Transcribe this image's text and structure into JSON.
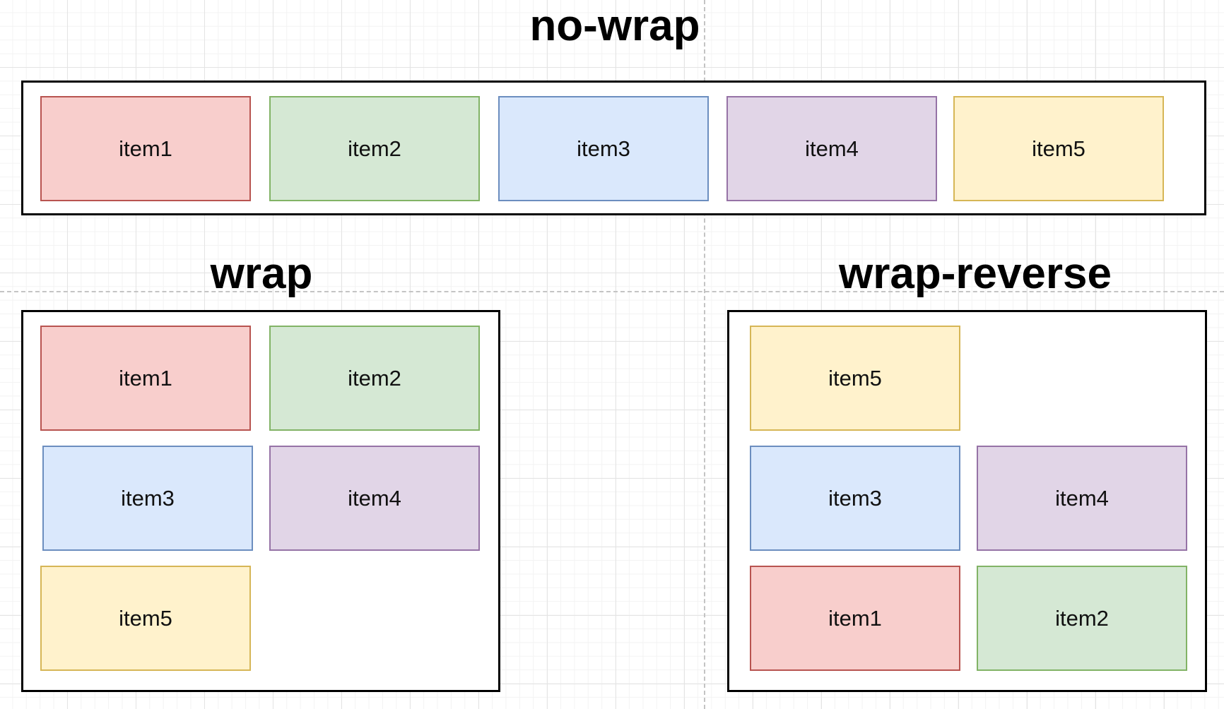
{
  "sections": {
    "no_wrap": {
      "title": "no-wrap",
      "items": [
        "item1",
        "item2",
        "item3",
        "item4",
        "item5"
      ]
    },
    "wrap": {
      "title": "wrap",
      "items": [
        "item1",
        "item2",
        "item3",
        "item4",
        "item5"
      ]
    },
    "wrap_reverse": {
      "title": "wrap-reverse",
      "items": [
        "item5",
        "item3",
        "item4",
        "item1",
        "item2"
      ]
    }
  },
  "colors": {
    "item1": {
      "fill": "#f8cecc",
      "stroke": "#b85450"
    },
    "item2": {
      "fill": "#d5e8d4",
      "stroke": "#82b366"
    },
    "item3": {
      "fill": "#dae8fc",
      "stroke": "#6c8ebf"
    },
    "item4": {
      "fill": "#e1d5e7",
      "stroke": "#9673a6"
    },
    "item5": {
      "fill": "#fff2cc",
      "stroke": "#d6b656"
    },
    "container_border": "#000000",
    "grid": "#e4e4e4",
    "guide": "#c4c4c4"
  }
}
